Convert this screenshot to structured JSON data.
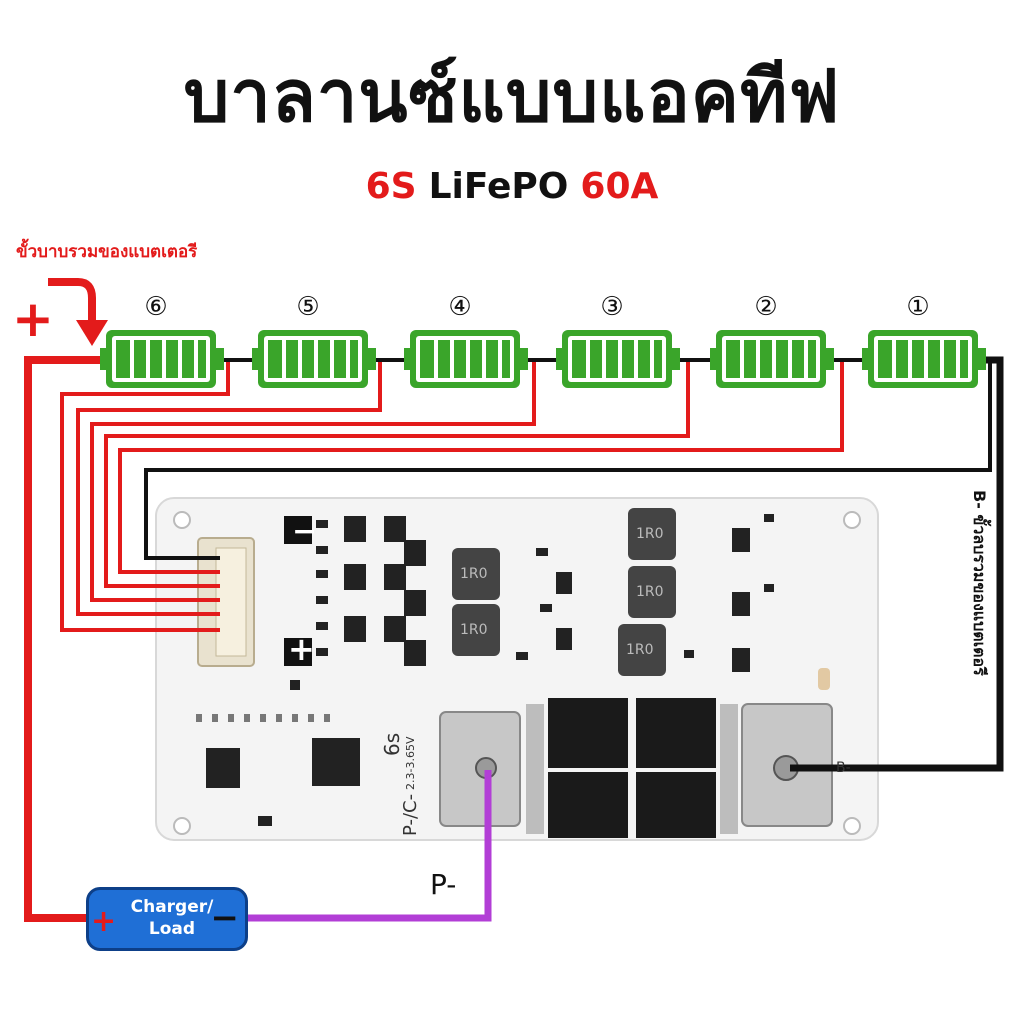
{
  "title": "บาลานซ์แบบแอคทีฟ",
  "subtitle": {
    "cells": "6S",
    "chemistry": "LiFePO",
    "current": "60A"
  },
  "battery_positive_label": "ขั้วบาบรวมของแบตเตอรี",
  "battery_negative_label": "B- ขั้วลบรวมของแบตเตอรี",
  "cells": [
    {
      "number": "⑥"
    },
    {
      "number": "⑤"
    },
    {
      "number": "④"
    },
    {
      "number": "③"
    },
    {
      "number": "②"
    },
    {
      "number": "①"
    }
  ],
  "plus_sign": "+",
  "p_minus_label": "P-",
  "load": {
    "line1": "Charger/",
    "line2": "Load",
    "plus": "+",
    "minus": "−"
  },
  "pcb": {
    "model": "6s",
    "voltage": "2.3-3.65V",
    "port_p": "P-/C-",
    "port_b": "B-",
    "inductor_code": "1R0",
    "plus_marking": "+",
    "minus_marking": "−"
  },
  "colors": {
    "cell_green": "#3aa52a",
    "wire_red": "#e31b1b",
    "wire_black": "#111111",
    "wire_purple": "#b23ed6",
    "load_blue": "#1f6fd6"
  }
}
